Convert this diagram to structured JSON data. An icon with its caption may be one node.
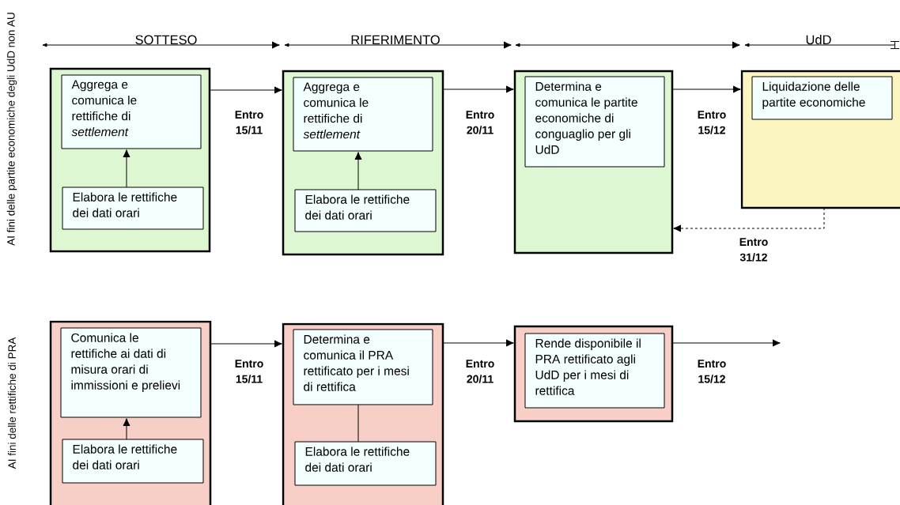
{
  "diagram": {
    "nodes": [
      {
        "text": [],
        "shape": "box"
      },
      {
        "text": [
          "Aggrega e comunica le rettifiche di *settlement*"
        ],
        "in": 0
      },
      {
        "text": [
          "Elabora le rettifiche dei dati orari"
        ],
        "in": 0
      },
      {
        "text": [],
        "shape": "box"
      },
      {
        "text": [
          "Aggrega e comunica le rettifiche di *settlement*"
        ],
        "in": 3
      },
      {
        "text": [
          "Elabora le rettifiche dei dati orari"
        ],
        "in": 3
      },
      {
        "text": [],
        "shape": "box"
      },
      {
        "text": [
          "Determina e comunica le partite economiche di conguaglio per gli UdD"
        ],
        "in": 6
      },
      {
        "text": [],
        "shape": "box"
      },
      {
        "text": [
          "Liquidazione delle partite economiche"
        ],
        "in": 8
      },
      {
        "text": [],
        "shape": "box"
      },
      {
        "text": [
          "Comunica le rettifiche ai dati di misura orari di immissioni e prelievi"
        ],
        "in": 10
      },
      {
        "text": [
          "Elabora le rettifiche dei dati orari"
        ],
        "in": 10
      },
      {
        "text": [],
        "shape": "box"
      },
      {
        "text": [
          "Determina e comunica il PRA rettificato per i mesi di rettifica"
        ],
        "in": 13
      },
      {
        "text": [
          "Elabora le rettifiche dei dati orari"
        ],
        "in": 13
      },
      {
        "text": [],
        "shape": "box"
      },
      {
        "text": [
          "Rende disponibile il PRA rettificato agli UdD per i mesi di rettifica"
        ],
        "in": 16
      }
    ],
    "edges": [
      {
        "from": 0,
        "to": 3,
        "arrow": "to",
        "label": "Entro 15/11"
      },
      {
        "from": 3,
        "to": 6,
        "arrow": "to",
        "label": "Entro 20/11"
      },
      {
        "from": 6,
        "to": 8,
        "arrow": "to",
        "label": "Entro 15/12"
      },
      {
        "from": 2,
        "to": 1,
        "arrow": "to"
      },
      {
        "from": 5,
        "to": 4,
        "arrow": "to"
      },
      {
        "from": 8,
        "to": 6,
        "arrow": "to",
        "label": "Entro 31/12",
        "style": "dashed"
      },
      {
        "from": 10,
        "to": 13,
        "arrow": "to",
        "label": "Entro 15/11"
      },
      {
        "from": 13,
        "to": 16,
        "arrow": "to",
        "label": "Entro 20/11"
      },
      {
        "from": 12,
        "to": 11,
        "arrow": "to"
      },
      {
        "from": 15,
        "to": 14,
        "arrow": "none"
      },
      {
        "from": 16,
        "to": null,
        "arrow": "to",
        "label": "Entro 15/12"
      }
    ],
    "labels": [
      "AI fini delle partite economiche degli UdD non AU",
      "SOTTESO",
      "RIFERIMENTO",
      "UdD",
      "AI fini delle rettifiche di PRA"
    ]
  }
}
